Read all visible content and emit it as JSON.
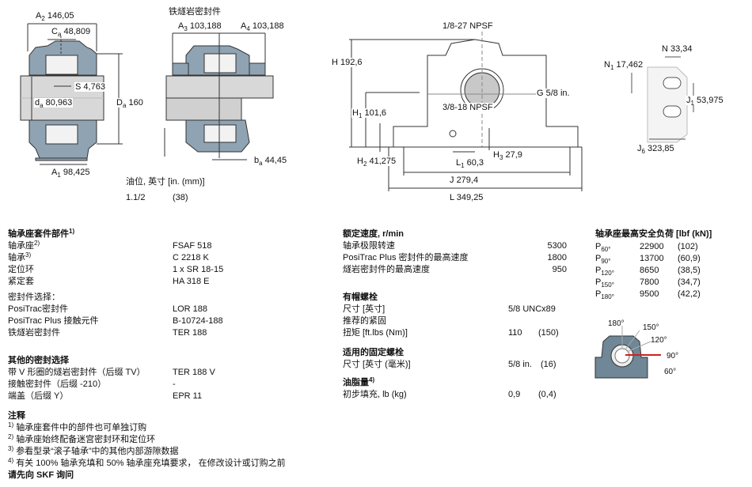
{
  "drawings": {
    "a2": {
      "sym": "A",
      "sub": "2",
      "val": "146,05"
    },
    "ca": {
      "sym": "C",
      "sub": "a",
      "val": "48,809"
    },
    "s": {
      "sym": "S",
      "sub": "",
      "val": "4,763"
    },
    "da": {
      "sym": "d",
      "sub": "a",
      "val": "80,963"
    },
    "Da": {
      "sym": "D",
      "sub": "a",
      "val": "160"
    },
    "a1": {
      "sym": "A",
      "sub": "1",
      "val": "98,425"
    },
    "seal_title": "铁燧岩密封件",
    "a3": {
      "sym": "A",
      "sub": "3",
      "val": "103,188"
    },
    "a4": {
      "sym": "A",
      "sub": "4",
      "val": "103,188"
    },
    "ba": {
      "sym": "b",
      "sub": "a",
      "val": "44,45"
    },
    "oil_level_label": "油位, 英寸 [in. (mm)]",
    "oil_level_in": "1.1/2",
    "oil_level_mm": "(38)",
    "npsf_top": "1/8-27 NPSF",
    "npsf_bottom": "3/8-18 NPSF",
    "h": {
      "sym": "H",
      "sub": "",
      "val": "192,6"
    },
    "h1": {
      "sym": "H",
      "sub": "1",
      "val": "101,6"
    },
    "h2": {
      "sym": "H",
      "sub": "2",
      "val": "41,275"
    },
    "h3": {
      "sym": "H",
      "sub": "3",
      "val": "27,9"
    },
    "l1": {
      "sym": "L",
      "sub": "1",
      "val": "60,3"
    },
    "j": {
      "sym": "J",
      "sub": "",
      "val": "279,4"
    },
    "l": {
      "sym": "L",
      "sub": "",
      "val": "349,25"
    },
    "g": {
      "sym": "G",
      "sub": "",
      "val": "5/8 in."
    },
    "n": {
      "sym": "N",
      "sub": "",
      "val": "33,34"
    },
    "n1": {
      "sym": "N",
      "sub": "1",
      "val": "17,462"
    },
    "j1": {
      "sym": "J",
      "sub": "1",
      "val": "53,975"
    },
    "j6": {
      "sym": "J",
      "sub": "6",
      "val": "323,85"
    }
  },
  "kit": {
    "title": "轴承座套件部件",
    "title_note": "1)",
    "rows": [
      {
        "label": "轴承座",
        "note": "2)",
        "value": "FSAF 518"
      },
      {
        "label": "轴承",
        "note": "3)",
        "value": "C 2218 K"
      },
      {
        "label": "定位环",
        "note": "",
        "value": "1 x SR 18-15"
      },
      {
        "label": "紧定套",
        "note": "",
        "value": "HA 318 E"
      }
    ],
    "seal_title": "密封件选择：",
    "seal_rows": [
      {
        "label": "PosiTrac密封件",
        "value": "LOR 188"
      },
      {
        "label": "PosiTrac Plus 接触元件",
        "value": "B-10724-188"
      },
      {
        "label": "铁燧岩密封件",
        "value": "TER 188"
      }
    ],
    "other_title": "其他的密封选择",
    "other_rows": [
      {
        "label": "带 V 形圈的燧岩密封件（后缀 TV）",
        "value": "TER 188 V"
      },
      {
        "label": "接触密封件（后缀 -210）",
        "value": "-"
      },
      {
        "label": "端盖（后缀 Y）",
        "value": "EPR 11"
      }
    ]
  },
  "notes": {
    "title": "注释",
    "items": [
      {
        "num": "1)",
        "text": "轴承座套件中的部件也可单独订购"
      },
      {
        "num": "2)",
        "text": "轴承座始终配备迷宫密封环和定位环"
      },
      {
        "num": "3)",
        "text": "参看型录“滚子轴承”中的其他内部游隙数据"
      },
      {
        "num": "4)",
        "text": "有关 100% 轴承充填和 50% 轴承座充填要求， 在修改设计或订购之前"
      }
    ],
    "footer": "请先向 SKF 询问"
  },
  "speed": {
    "title": "额定速度, r/min",
    "rows": [
      {
        "label": "轴承极限转速",
        "value": "5300"
      },
      {
        "label": "PosiTrac Plus 密封件的最高速度",
        "value": "1800"
      },
      {
        "label": "燧岩密封件的最高速度",
        "value": "950"
      }
    ]
  },
  "cap_bolts": {
    "title": "有帽螺栓",
    "size_label": "尺寸 [英寸]",
    "size_value": "5/8 UNCx89",
    "torque_label1": "推荐的紧固",
    "torque_label2": "扭矩 [ft.lbs (Nm)]",
    "torque_ftlbs": "110",
    "torque_nm": "(150)"
  },
  "fix_bolts": {
    "title": "适用的固定螺栓",
    "size_label": "尺寸 [英寸 (毫米)]",
    "size_in": "5/8 in.",
    "size_mm": "(16)"
  },
  "grease": {
    "title": "油脂量",
    "note": "4)",
    "label": "初步填充, lb (kg)",
    "lb": "0,9",
    "kg": "(0,4)"
  },
  "loads": {
    "title": "轴承座最高安全负荷 [lbf (kN)]",
    "rows": [
      {
        "sym": "P",
        "sub": "60°",
        "lbf": "22900",
        "kn": "(102)"
      },
      {
        "sym": "P",
        "sub": "90°",
        "lbf": "13700",
        "kn": "(60,9)"
      },
      {
        "sym": "P",
        "sub": "120°",
        "lbf": "8650",
        "kn": "(38,5)"
      },
      {
        "sym": "P",
        "sub": "150°",
        "lbf": "7800",
        "kn": "(34,7)"
      },
      {
        "sym": "P",
        "sub": "180°",
        "lbf": "9500",
        "kn": "(42,2)"
      }
    ],
    "angles": [
      "180°",
      "150°",
      "120°",
      "90°",
      "60°"
    ]
  },
  "colors": {
    "housing": "#8fa3b3",
    "shaft": "#d8d8d8",
    "load_arrow": "#d02020"
  }
}
